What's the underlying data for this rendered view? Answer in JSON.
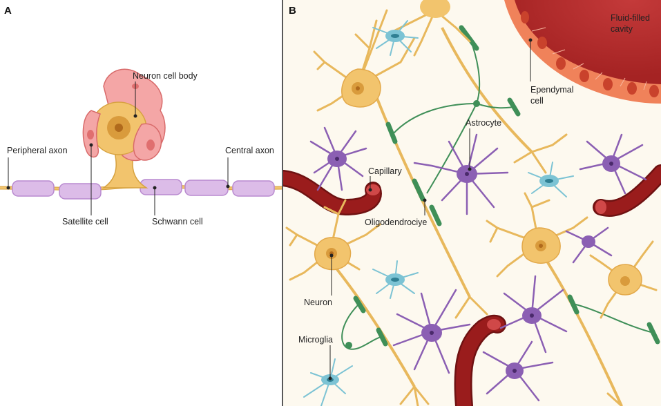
{
  "panels": {
    "a": "A",
    "b": "B"
  },
  "labels_a": {
    "neuron_cell_body": "Neuron cell body",
    "peripheral_axon": "Peripheral axon",
    "central_axon": "Central axon",
    "satellite_cell": "Satellite cell",
    "schwann_cell": "Schwann cell"
  },
  "labels_b": {
    "fluid_line1": "Fluid-filled",
    "fluid_line2": "cavity",
    "ependymal_line1": "Ependymal",
    "ependymal_line2": "cell",
    "astrocyte": "Astrocyte",
    "capillary": "Capillary",
    "oligodendrocyte": "Oligodendrociye",
    "neuron": "Neuron",
    "microglia": "Microglia"
  },
  "colors": {
    "neuron": "#f2c46d",
    "neuron_dark": "#d99b3c",
    "astrocyte": "#8b5fb3",
    "microglia": "#7cc3d4",
    "capillary": "#9a1c1c",
    "myelin": "#3f8f58",
    "schwann": "#dcbce8",
    "satellite": "#ee9999",
    "ependymal": "#ee7050",
    "background_b": "#fdf9ef"
  }
}
